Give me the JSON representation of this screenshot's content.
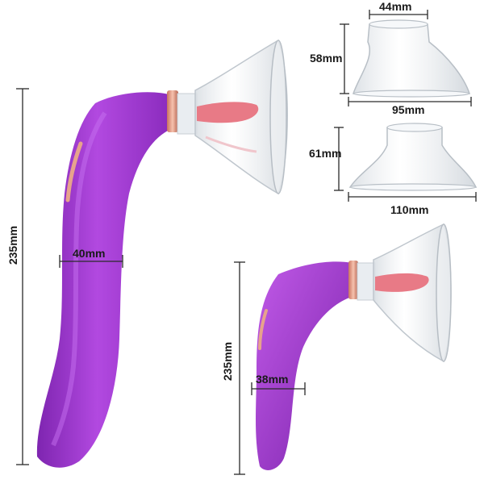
{
  "colors": {
    "body_purple": "#a93fd6",
    "body_purple_dark": "#7d22ad",
    "rose_gold": "#e7a38c",
    "tongue_pink": "#e87a86",
    "cup_clear": "#eef1f4",
    "dimension_line": "#2a2a2a"
  },
  "dimensions": {
    "top_cup_top_width": "44mm",
    "top_cup_height": "58mm",
    "top_cup_base_width": "95mm",
    "bottom_cup_height": "61mm",
    "bottom_cup_base_width": "110mm",
    "large_device_length": "235mm",
    "large_device_width": "40mm",
    "small_device_length": "235mm",
    "small_device_width": "38mm"
  }
}
